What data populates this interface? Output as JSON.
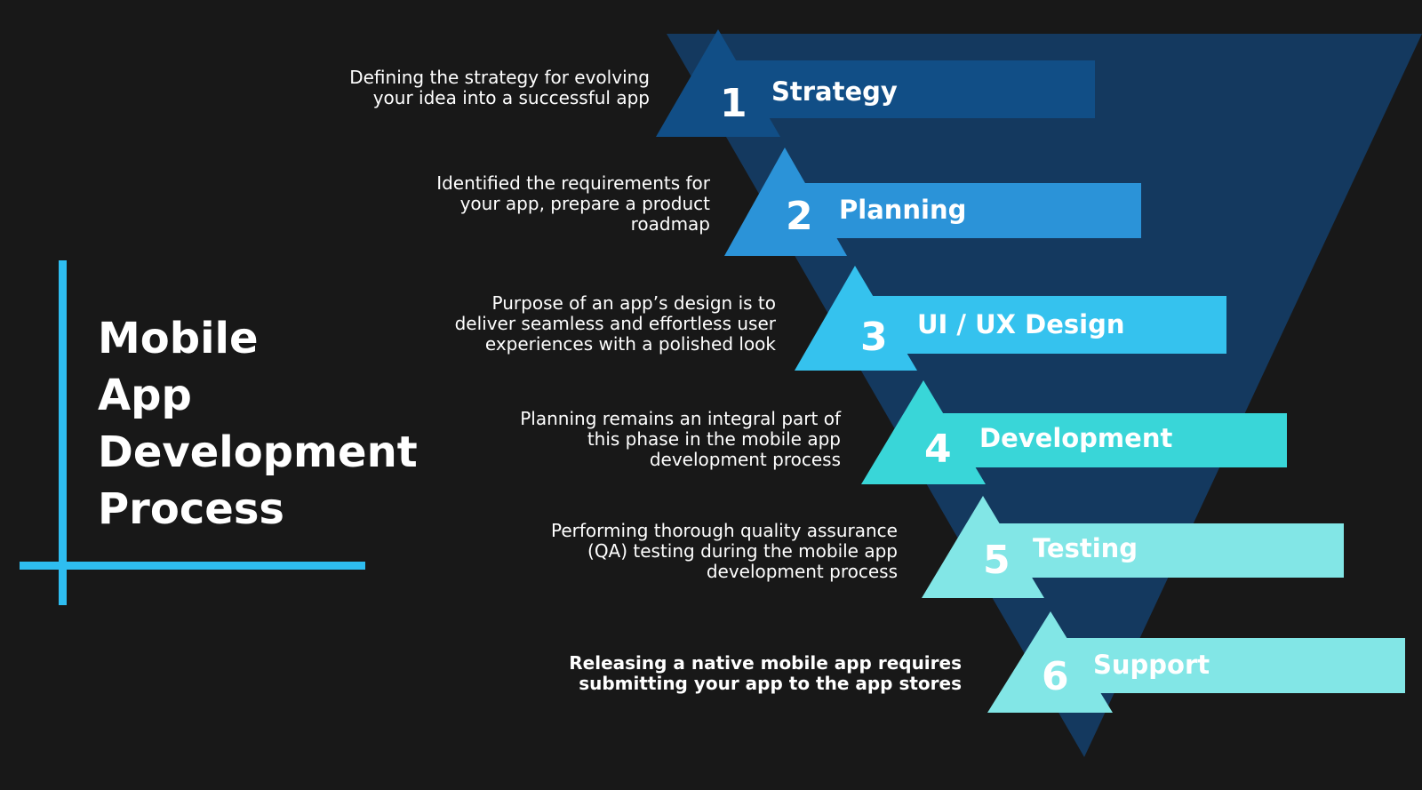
{
  "title": {
    "lines": [
      "Mobile",
      "App",
      "Development",
      "Process"
    ]
  },
  "steps": [
    {
      "number": "1",
      "label": "Strategy",
      "description": [
        "Defining the strategy for evolving",
        "your idea into a successful app"
      ],
      "color": "#114e86"
    },
    {
      "number": "2",
      "label": "Planning",
      "description": [
        "Identified the requirements for",
        "your app, prepare a product",
        "roadmap"
      ],
      "color": "#2b93d8"
    },
    {
      "number": "3",
      "label": "UI / UX Design",
      "description": [
        "Purpose of an app’s design is to",
        "deliver seamless and effortless user",
        "experiences with a polished look"
      ],
      "color": "#35c2ee"
    },
    {
      "number": "4",
      "label": "Development",
      "description": [
        "Planning remains an integral part of",
        "this phase in the mobile app",
        "development process"
      ],
      "color": "#39d6d8"
    },
    {
      "number": "5",
      "label": "Testing",
      "description": [
        "Performing thorough quality assurance",
        "(QA) testing during the mobile app",
        "development process"
      ],
      "color": "#82e6e6"
    },
    {
      "number": "6",
      "label": "Support",
      "description": [
        "Releasing a native mobile app requires",
        "submitting your app to the app stores"
      ],
      "color": "#82e6e6"
    }
  ],
  "colors": {
    "background": "#181818",
    "funnel": "#14395f",
    "accent_bar": "#2ebdf0",
    "text": "#ffffff"
  }
}
